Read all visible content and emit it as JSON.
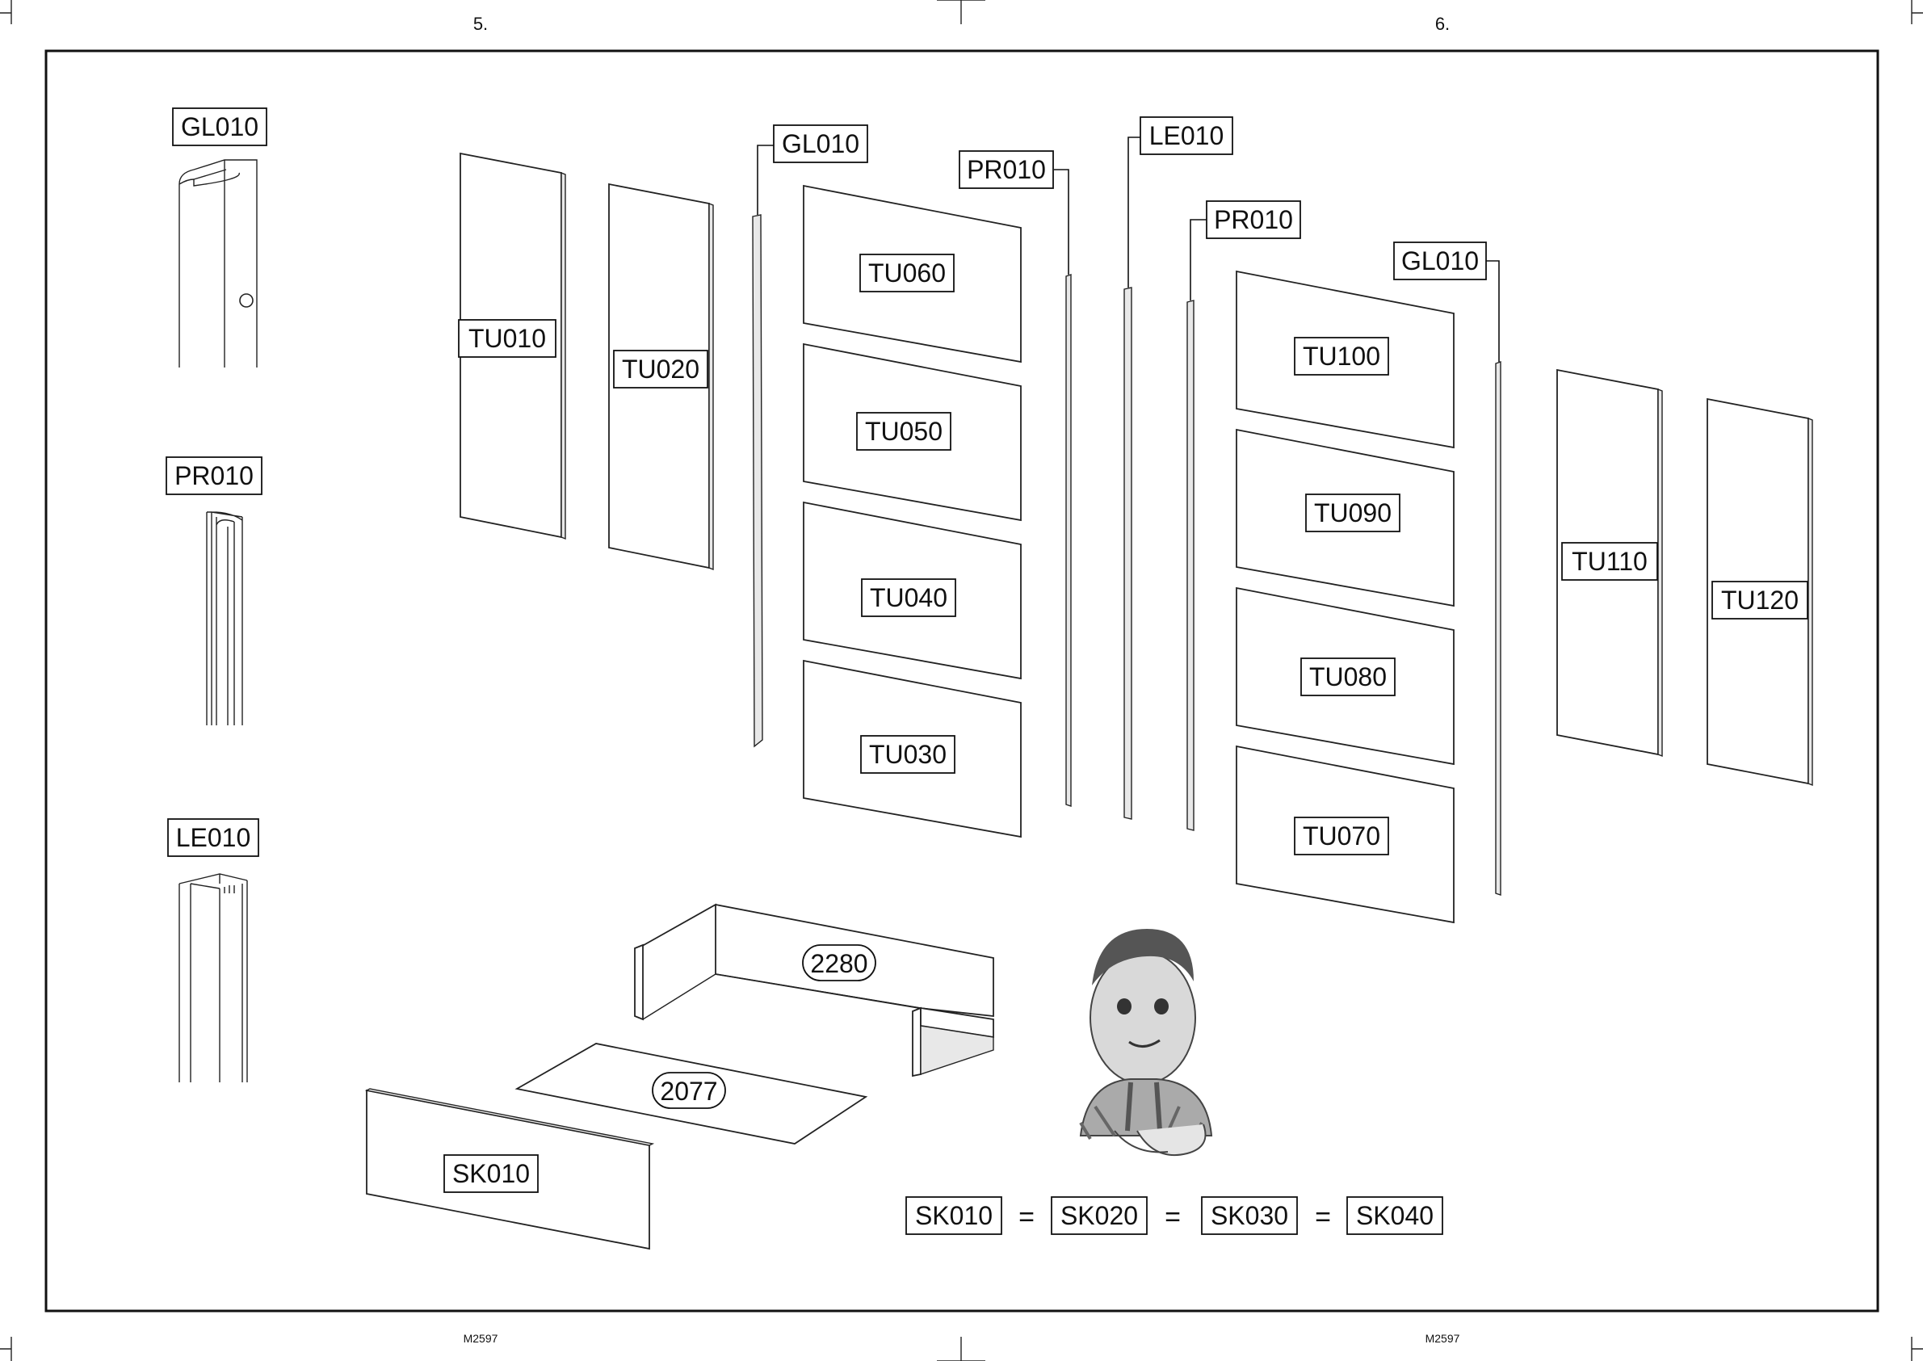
{
  "page_numbers": {
    "left": "5.",
    "right": "6."
  },
  "footer_codes": {
    "left": "M2597",
    "right": "M2597"
  },
  "profiles": [
    {
      "code": "GL010"
    },
    {
      "code": "PR010"
    },
    {
      "code": "LE010"
    }
  ],
  "tall_doors": {
    "a": "TU010",
    "b": "TU020",
    "c": "TU110",
    "d": "TU120"
  },
  "rails": {
    "gl_left": "GL010",
    "pr_mid": "PR010",
    "le_mid": "LE010",
    "pr_right": "PR010",
    "gl_right": "GL010"
  },
  "left_stack": [
    "TU060",
    "TU050",
    "TU040",
    "TU030"
  ],
  "right_stack": [
    "TU100",
    "TU090",
    "TU080",
    "TU070"
  ],
  "drawer": {
    "frame_dim": "2280",
    "bottom_dim": "2077",
    "front": "SK010"
  },
  "equivalence": {
    "items": [
      "SK010",
      "SK020",
      "SK030",
      "SK040"
    ],
    "separator": "="
  },
  "mascot": "assembly-mascot"
}
